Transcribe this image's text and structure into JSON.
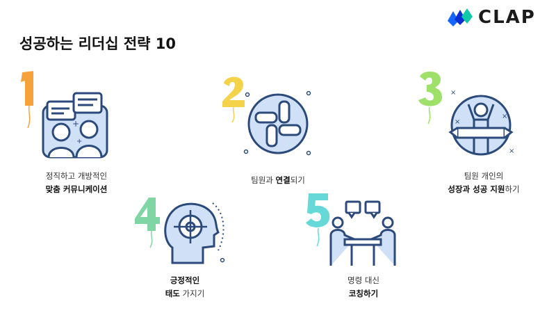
{
  "brand": {
    "name": "CLAP"
  },
  "title": "성공하는 리더십 전략 10",
  "colors": {
    "accent_blue": "#3a7bd5",
    "light_blue": "#cfe0f7",
    "orange": "#f6a23a",
    "yellow": "#f4d24a",
    "green": "#9fe06a",
    "mint": "#7fd6a4",
    "teal": "#67d8d8"
  },
  "strategies": [
    {
      "number": "1",
      "line1": "정직하고 개방적인",
      "line2_bold": "맞춤 커뮤니케이션",
      "line2_rest": ""
    },
    {
      "number": "2",
      "line1_pre": "팀원과 ",
      "line1_bold": "연결",
      "line1_post": "되기"
    },
    {
      "number": "3",
      "line1": "팀원 개인의",
      "line2_bold": "성장과 성공 지원",
      "line2_rest": "하기"
    },
    {
      "number": "4",
      "line1": "긍정적인",
      "line2_bold": "태도",
      "line2_rest": " 가지기"
    },
    {
      "number": "5",
      "line1": "명령 대신",
      "line2_bold": "코칭하기",
      "line2_rest": ""
    }
  ]
}
